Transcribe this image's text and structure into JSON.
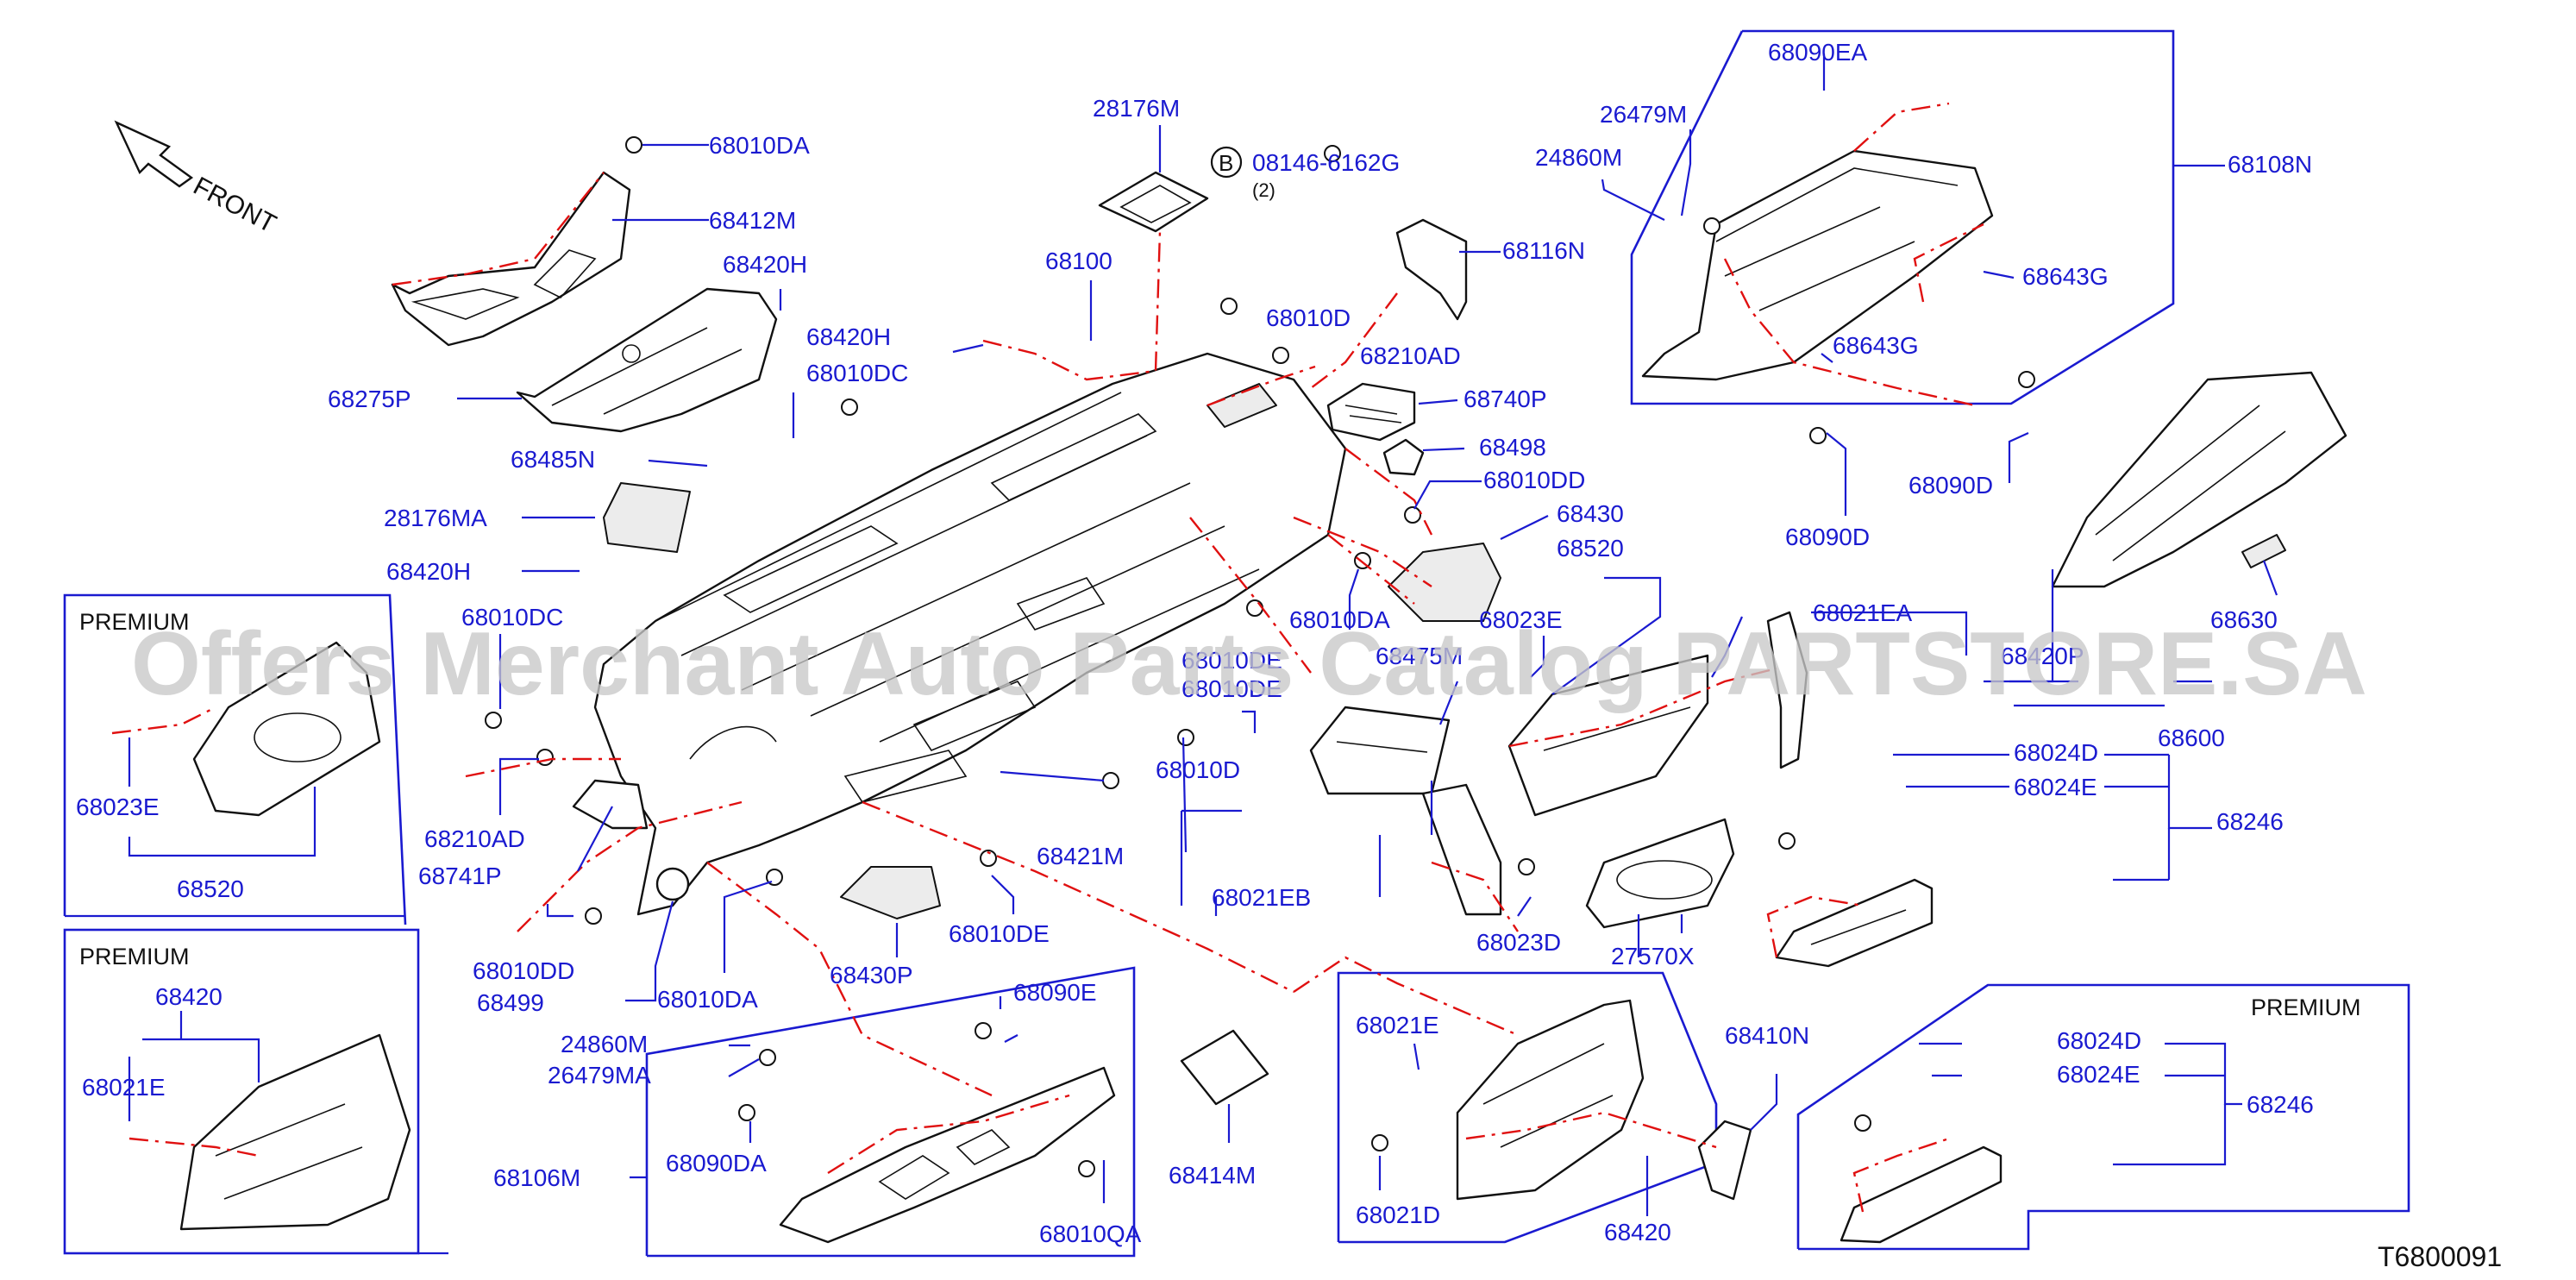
{
  "diagram": {
    "code": "T6800091",
    "front_label": "FRONT",
    "watermark": "Offers Merchant Auto Parts Catalog PARTSTORE.SA",
    "bolt_callout": {
      "symbol": "B",
      "code": "08146-6162G",
      "qty": "(2)"
    },
    "box_titles": {
      "premium_1": "PREMIUM",
      "premium_2": "PREMIUM",
      "premium_3": "PREMIUM"
    },
    "labels": {
      "p68010DA_a": "68010DA",
      "p68412M": "68412M",
      "p68420H_a": "68420H",
      "p28176M": "28176M",
      "p68100": "68100",
      "p68420H_b": "68420H",
      "p68010DC_a": "68010DC",
      "p68275P": "68275P",
      "p68485N": "68485N",
      "p28176MA": "28176MA",
      "p68420H_c": "68420H",
      "p68010DC_b": "68010DC",
      "p68023E_a": "68023E",
      "p68520_a": "68520",
      "p68210AD_a": "68210AD",
      "p68741P": "68741P",
      "p68010DD_a": "68010DD",
      "p68499": "68499",
      "p68010DA_b": "68010DA",
      "p68430P": "68430P",
      "p68010DE_a": "68010DE",
      "p68421M": "68421M",
      "p68010D_a": "68010D",
      "p68010DE_b": "68010DE",
      "p68010DE_c": "68010DE",
      "p68010DA_c": "68010DA",
      "p68010D_b": "68010D",
      "p68210AD_b": "68210AD",
      "p68116N": "68116N",
      "p68740P": "68740P",
      "p68498": "68498",
      "p68010DD_b": "68010DD",
      "p68430": "68430",
      "p68520_b": "68520",
      "p68023E_b": "68023E",
      "p68475M": "68475M",
      "p68021EA": "68021EA",
      "p68420P": "68420P",
      "p68600": "68600",
      "p68630": "68630",
      "p26479M_a": "26479M",
      "p24860M_a": "24860M",
      "p68090EA": "68090EA",
      "p68108N": "68108N",
      "p68643G_a": "68643G",
      "p68643G_b": "68643G",
      "p68090D_a": "68090D",
      "p68090D_b": "68090D",
      "p68024D_a": "68024D",
      "p68024E_a": "68024E",
      "p68246_a": "68246",
      "p68021EB": "68021EB",
      "p68023D": "68023D",
      "p27570X": "27570X",
      "p68420_a": "68420",
      "p68021E_a": "68021E",
      "p68090E": "68090E",
      "p24860M_b": "24860M",
      "p26479MA": "26479MA",
      "p68106M": "68106M",
      "p68090DA": "68090DA",
      "p68010QA": "68010QA",
      "p68414M": "68414M",
      "p68021E_b": "68021E",
      "p68021D": "68021D",
      "p68420_b": "68420",
      "p68410N": "68410N",
      "p68024D_b": "68024D",
      "p68024E_b": "68024E",
      "p68246_b": "68246"
    }
  }
}
